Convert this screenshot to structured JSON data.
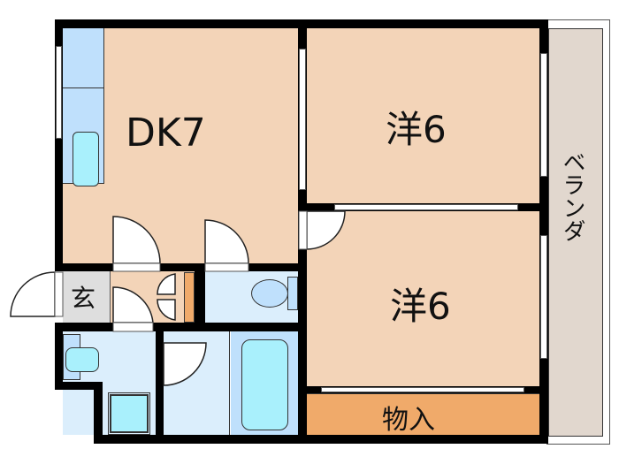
{
  "plan": {
    "rooms": {
      "dk": {
        "label": "DK7"
      },
      "western1": {
        "label": "洋6"
      },
      "western2": {
        "label": "洋6"
      },
      "storage": {
        "label": "物入"
      },
      "entrance": {
        "label": "玄"
      },
      "balcony": {
        "label": "ベランダ"
      }
    },
    "colors": {
      "floor": "#f3d4b8",
      "wet": "#dbeefc",
      "fixture": "#bfe0fc",
      "fixture_inner": "#a9f0fc",
      "storage": "#f0aa6a",
      "balcony": "#e1d7ce",
      "entrance": "#dedede",
      "wall": "#000000"
    }
  }
}
